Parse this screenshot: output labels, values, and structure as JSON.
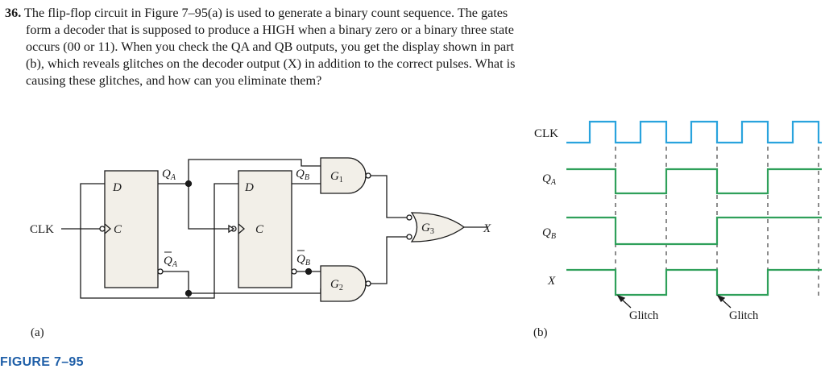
{
  "question": {
    "number": "36.",
    "lines": [
      "The flip-flop circuit in Figure 7–95(a) is used to generate a binary count sequence. The gates",
      "form a decoder that is supposed to produce a HIGH when a binary zero or a binary three state",
      "occurs (00 or 11). When you check the QA and QB outputs, you get the display shown in part",
      "(b), which reveals glitches on the decoder output (X) in addition to the correct pulses. What is",
      "causing these glitches, and how can you eliminate them?"
    ]
  },
  "circuit": {
    "clk_label": "CLK",
    "ff_a_d": "D",
    "ff_a_c": "C",
    "ff_b_d": "D",
    "ff_b_c": "C",
    "qa_label": "Q",
    "qa_sub": "A",
    "qa_bar_label": "Q",
    "qa_bar_sub": "A",
    "qb_label": "Q",
    "qb_sub": "B",
    "qb_bar_label": "Q",
    "qb_bar_sub": "B",
    "g1_label": "G",
    "g1_sub": "1",
    "g2_label": "G",
    "g2_sub": "2",
    "g3_label": "G",
    "g3_sub": "3",
    "x_label": "X",
    "part_label": "(a)"
  },
  "timing": {
    "signals": [
      {
        "name": "CLK",
        "sub": "",
        "color": "#29a3dd"
      },
      {
        "name": "Q",
        "sub": "A",
        "color": "#2fa05a"
      },
      {
        "name": "Q",
        "sub": "B",
        "color": "#2fa05a"
      },
      {
        "name": "X",
        "sub": "",
        "color": "#2fa05a"
      }
    ],
    "glitch_label_1": "Glitch",
    "glitch_label_2": "Glitch",
    "part_label": "(b)"
  },
  "figure_caption": "FIGURE 7–95"
}
